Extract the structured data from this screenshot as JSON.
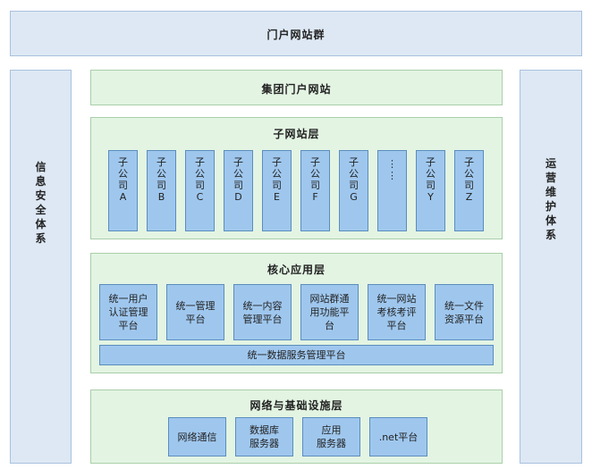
{
  "portal_group": "门户网站群",
  "info_security": [
    "信",
    "息",
    "安",
    "全",
    "体",
    "系"
  ],
  "operations": [
    "运",
    "营",
    "维",
    "护",
    "体",
    "系"
  ],
  "group_portal": "集团门户网站",
  "subsite_layer": {
    "title": "子网站层",
    "items": [
      {
        "chars": [
          "子",
          "公",
          "司",
          "A"
        ]
      },
      {
        "chars": [
          "子",
          "公",
          "司",
          "B"
        ]
      },
      {
        "chars": [
          "子",
          "公",
          "司",
          "C"
        ]
      },
      {
        "chars": [
          "子",
          "公",
          "司",
          "D"
        ]
      },
      {
        "chars": [
          "子",
          "公",
          "司",
          "E"
        ]
      },
      {
        "chars": [
          "子",
          "公",
          "司",
          "F"
        ]
      },
      {
        "chars": [
          "子",
          "公",
          "司",
          "G"
        ]
      },
      {
        "chars": [
          "⋮",
          "⋮"
        ]
      },
      {
        "chars": [
          "子",
          "公",
          "司",
          "Y"
        ]
      },
      {
        "chars": [
          "子",
          "公",
          "司",
          "Z"
        ]
      }
    ]
  },
  "core_layer": {
    "title": "核心应用层",
    "items": [
      "统一用户\n认证管理\n平台",
      "统一管理\n平台",
      "统一内容\n管理平台",
      "网站群通\n用功能平\n台",
      "统一网站\n考核考评\n平台",
      "统一文件\n资源平台"
    ],
    "data_platform": "统一数据服务管理平台"
  },
  "infra_layer": {
    "title": "网络与基础设施层",
    "items": [
      "网络通信",
      "数据库\n服务器",
      "应用\n服务器",
      ".net平台"
    ]
  }
}
